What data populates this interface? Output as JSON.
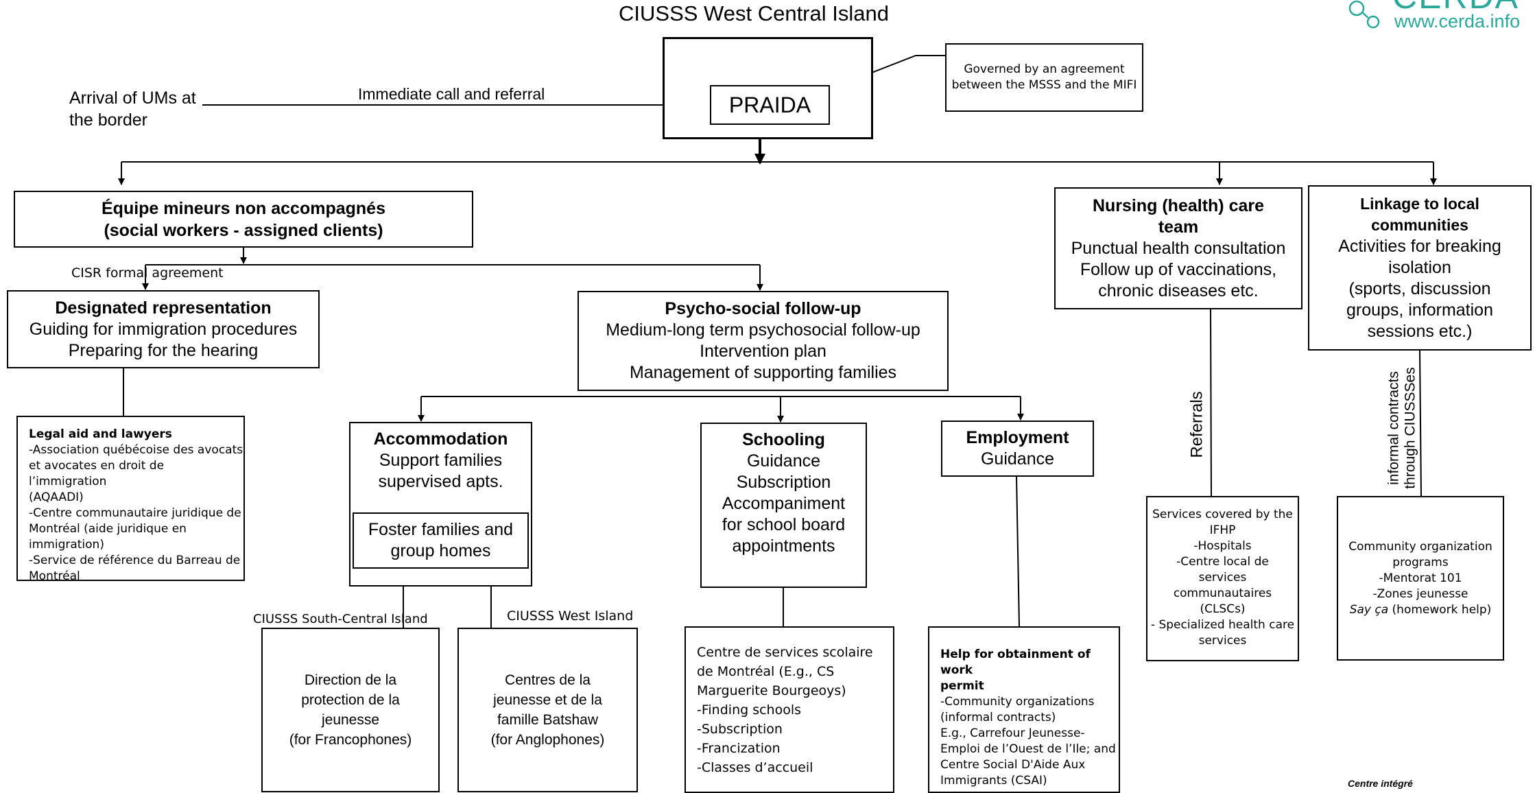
{
  "title": "CIUSSS West Central Island",
  "logo": {
    "name": "CERDA",
    "url": "www.cerda.info",
    "color": "#2aa89a"
  },
  "arrival": {
    "line1": "Arrival of UMs at",
    "line2": "the border"
  },
  "referral_label": "Immediate call and referral",
  "praida": "PRAIDA",
  "governed": {
    "line1": "Governed by an agreement",
    "line2": "between the MSSS and the MIFI"
  },
  "equipe": {
    "line1": "Équipe mineurs non accompagnés",
    "line2": "(social workers - assigned clients)"
  },
  "cisr_label": "CISR formal agreement",
  "designated": {
    "title": "Designated representation",
    "line1": "Guiding for immigration procedures",
    "line2": "Preparing for the hearing"
  },
  "legal": {
    "title": "Legal aid and lawyers",
    "lines": [
      "-Association québécoise des avocats",
      "et avocates en droit de l’immigration",
      "(AQAADI)",
      "-Centre communautaire juridique de",
      "Montréal (aide juridique en",
      "immigration)",
      "-Service de référence du Barreau de",
      "Montréal"
    ]
  },
  "psycho": {
    "title": "Psycho-social follow-up",
    "line1": "Medium-long term psychosocial follow-up",
    "line2": "Intervention plan",
    "line3": "Management of supporting families"
  },
  "accommodation": {
    "title": "Accommodation",
    "line1": "Support families",
    "line2": "supervised apts."
  },
  "foster": {
    "line1": "Foster families and",
    "line2": "group homes"
  },
  "south_central_label": "CIUSSS South-Central Island",
  "west_island_label": "CIUSSS West Island",
  "direction": {
    "line1": "Direction de la",
    "line2": "protection de la",
    "line3": "jeunesse",
    "line4": "(for Francophones)"
  },
  "batshaw": {
    "line1": "Centres de la",
    "line2": "jeunesse et de la",
    "line3": "famille Batshaw",
    "line4": "(for Anglophones)"
  },
  "schooling": {
    "title": "Schooling",
    "lines": [
      "Guidance",
      "Subscription",
      "Accompaniment",
      "for school board",
      "appointments"
    ]
  },
  "css": {
    "lines": [
      "Centre de services scolaire",
      "de Montréal (E.g., CS",
      "Marguerite Bourgeoys)",
      "-Finding schools",
      "-Subscription",
      "-Francization",
      "-Classes d’accueil"
    ]
  },
  "employment": {
    "title": "Employment",
    "line1": "Guidance"
  },
  "work_permit": {
    "title1": "Help for obtainment of work",
    "title2": "permit",
    "lines": [
      "-Community organizations",
      "(informal contracts)",
      "E.g., Carrefour Jeunesse-",
      "Emploi de l’Ouest de l’Ile; and",
      "Centre Social D'Aide Aux",
      "Immigrants (CSAI)"
    ]
  },
  "nursing": {
    "title1": "Nursing (health) care",
    "title2": "team",
    "line1": "Punctual health consultation",
    "line2": "Follow up of vaccinations,",
    "line3": "chronic diseases etc."
  },
  "referrals_label": "Referrals",
  "ifhp": {
    "lines": [
      "Services covered by the",
      "IFHP",
      "-Hospitals",
      "-Centre local de",
      "services",
      "communautaires",
      "(CLSCs)",
      "- Specialized health care",
      "services"
    ]
  },
  "linkage": {
    "title1": "Linkage to local",
    "title2": "communities",
    "lines": [
      "Activities for breaking",
      "isolation",
      "(sports, discussion",
      "groups, information",
      "sessions etc.)"
    ]
  },
  "informal_label": {
    "line1": "informal contracts",
    "line2": "through CIUSSSes"
  },
  "community": {
    "lines": [
      "Community organization",
      "programs",
      "-Mentorat 101",
      "-Zones jeunesse"
    ],
    "say_ca": "Say ça",
    "homework": " (homework help)"
  },
  "footer": "Centre intégré"
}
